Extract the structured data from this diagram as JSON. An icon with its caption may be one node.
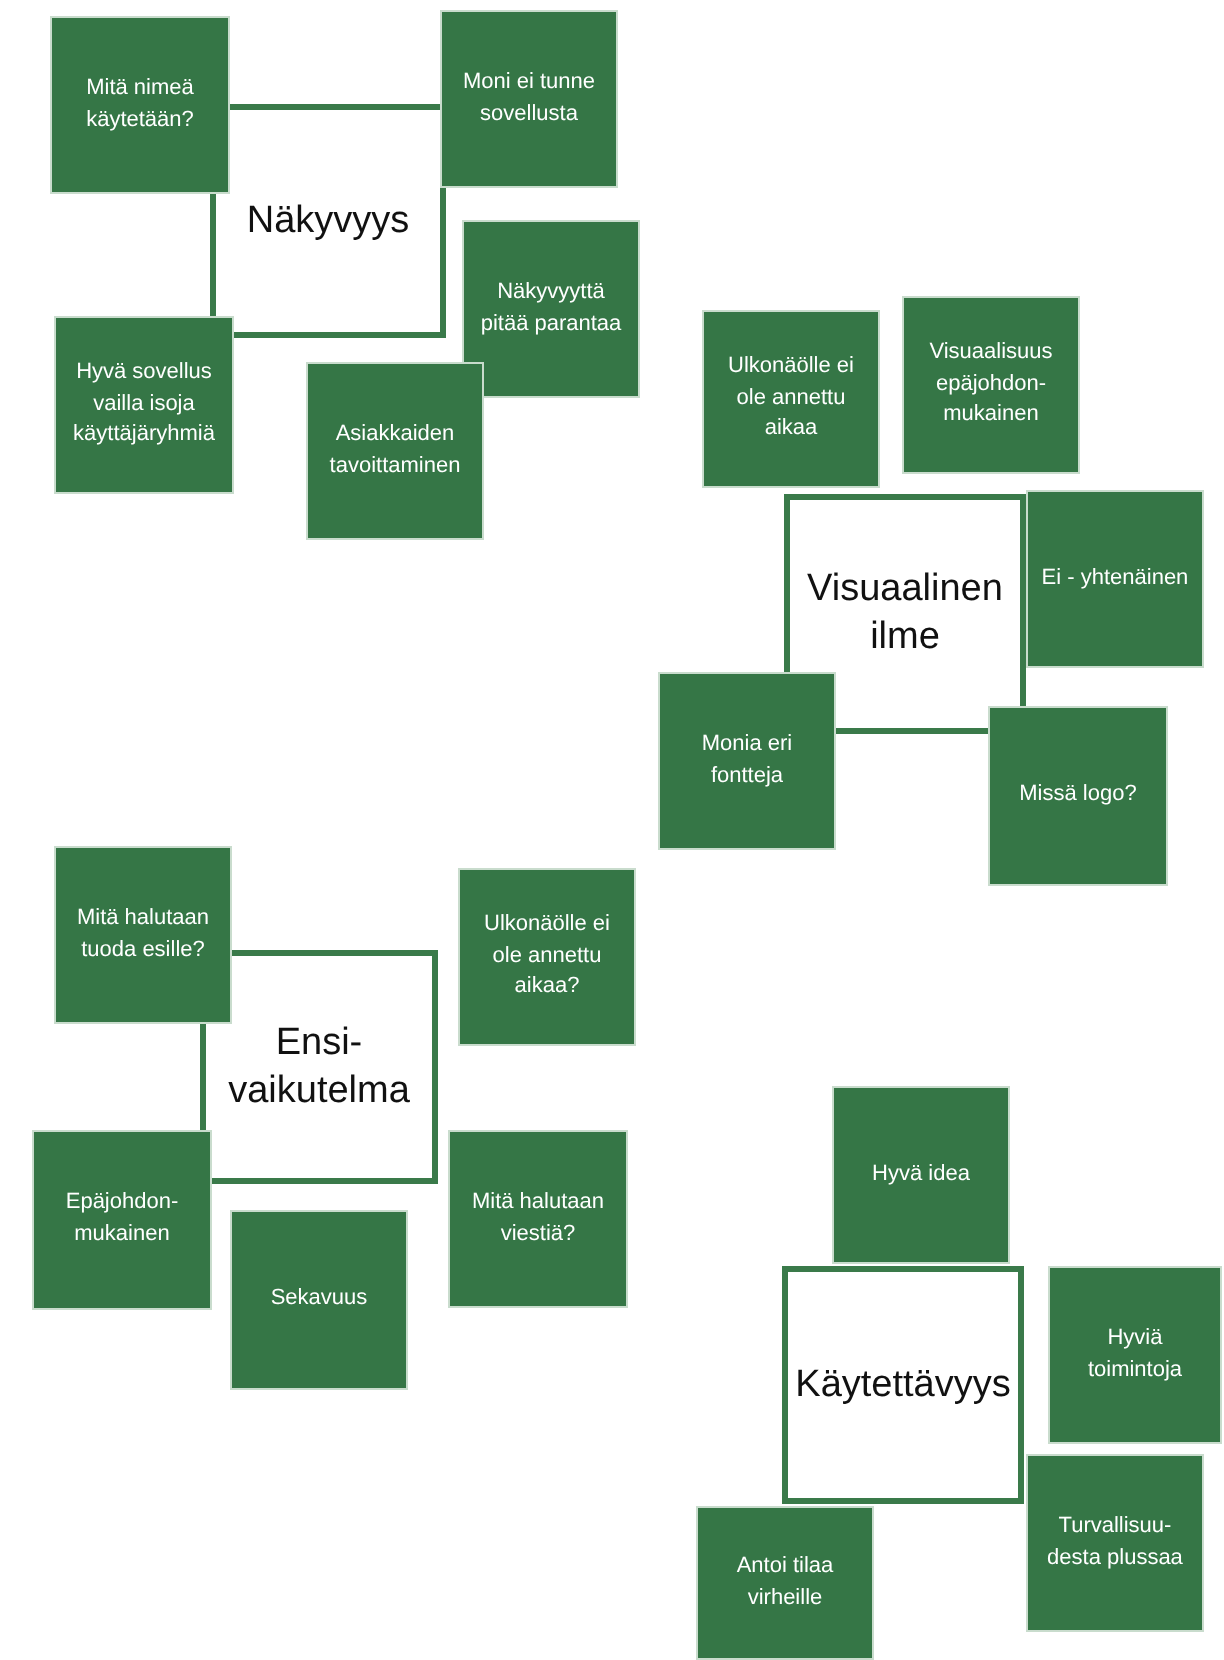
{
  "diagram": {
    "nodes": [
      {
        "text": [
          "Näkyvyys"
        ]
      },
      {
        "text": [
          "Mitä nimeä käytetään?"
        ]
      },
      {
        "text": [
          "Moni ei tunne sovellusta"
        ]
      },
      {
        "text": [
          "Hyvä sovellus vailla isoja käyttäjäryhmiä"
        ]
      },
      {
        "text": [
          "Näkyvyyttä pitää parantaa"
        ]
      },
      {
        "text": [
          "Asiakkaiden tavoittaminen"
        ]
      },
      {
        "text": [
          "Visuaalinen ilme"
        ]
      },
      {
        "text": [
          "Ulkonäölle ei ole annettu aikaa"
        ]
      },
      {
        "text": [
          "Visuaalisuus epäjohdon- mukainen"
        ]
      },
      {
        "text": [
          "Ei - yhtenäinen"
        ]
      },
      {
        "text": [
          "Monia eri fontteja"
        ]
      },
      {
        "text": [
          "Missä logo?"
        ]
      },
      {
        "text": [
          "Ensi- vaikutelma"
        ]
      },
      {
        "text": [
          "Mitä halutaan tuoda esille?"
        ]
      },
      {
        "text": [
          "Ulkonäölle ei ole annettu aikaa?"
        ]
      },
      {
        "text": [
          "Epäjohdon- mukainen"
        ]
      },
      {
        "text": [
          "Mitä halutaan viestiä?"
        ]
      },
      {
        "text": [
          "Sekavuus"
        ]
      },
      {
        "text": [
          "Käytettävyys"
        ]
      },
      {
        "text": [
          "Hyvä idea"
        ]
      },
      {
        "text": [
          "Hyviä toimintoja"
        ]
      },
      {
        "text": [
          "Antoi tilaa virheille"
        ]
      },
      {
        "text": [
          "Turvallisuu- desta plussaa"
        ]
      }
    ],
    "edges": []
  }
}
